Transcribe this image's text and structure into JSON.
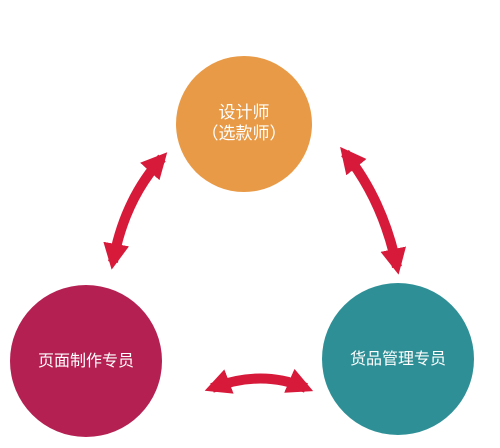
{
  "diagram": {
    "nodes": [
      {
        "id": "designer",
        "lines": [
          "设计师",
          "（选款师）"
        ],
        "color": "#E99A46"
      },
      {
        "id": "page-production",
        "lines": [
          "页面制作专员"
        ],
        "color": "#B42052"
      },
      {
        "id": "goods-management",
        "lines": [
          "货品管理专员"
        ],
        "color": "#2E9096"
      }
    ],
    "arrow_color": "#D7193A"
  }
}
